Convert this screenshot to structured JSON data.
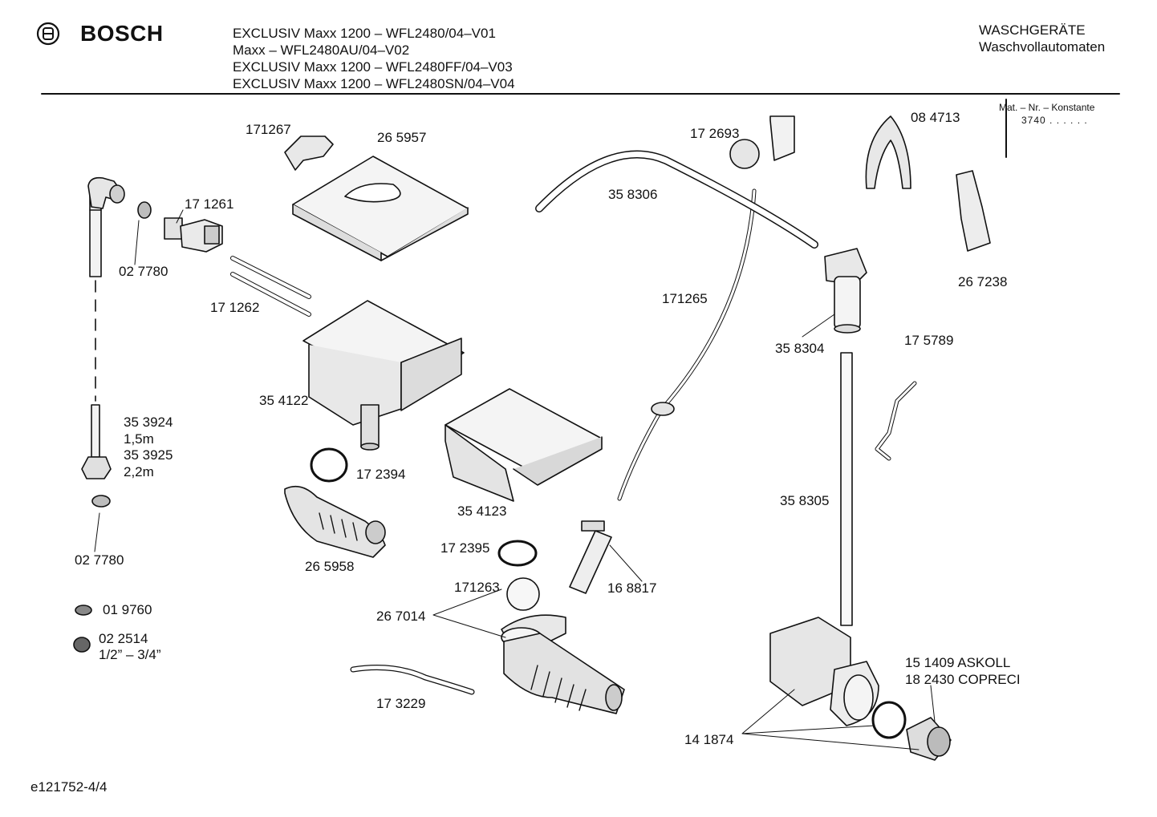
{
  "header": {
    "brand": "BOSCH",
    "models": [
      "EXCLUSIV Maxx 1200 – WFL2480/04–V01",
      "Maxx – WFL2480AU/04–V02",
      "EXCLUSIV Maxx 1200 – WFL2480FF/04–V03",
      "EXCLUSIV Maxx 1200 – WFL2480SN/04–V04"
    ],
    "category": "WASCHGERÄTE",
    "subcategory": "Waschvollautomaten",
    "mat_label": "Mat. – Nr. – Konstante",
    "mat_value": "3740 . .   . . . ."
  },
  "parts": {
    "p171267": "171267",
    "p265957": "26 5957",
    "p171261": "17 1261",
    "p027780a": "02 7780",
    "p171262": "17 1262",
    "p354122": "35 4122",
    "p353924": "35 3924",
    "p15m": "1,5m",
    "p353925": "35 3925",
    "p22m": "2,2m",
    "p027780b": "02 7780",
    "p019760": "01 9760",
    "p022514": "02 2514",
    "p_thread": "1/2” – 3/4”",
    "p172394": "17 2394",
    "p265958": "26 5958",
    "p354123": "35 4123",
    "p172395": "17 2395",
    "p171263": "171263",
    "p267014": "26 7014",
    "p173229": "17 3229",
    "p168817": "16 8817",
    "p172693": "17 2693",
    "p358306": "35 8306",
    "p171265": "171265",
    "p084713": "08 4713",
    "p267238": "26 7238",
    "p358304": "35 8304",
    "p175789": "17 5789",
    "p358305": "35 8305",
    "p151409": "15 1409  ASKOLL",
    "p182430": "18 2430  COPRECI",
    "p141874": "14 1874"
  },
  "footer": "e121752-4/4"
}
